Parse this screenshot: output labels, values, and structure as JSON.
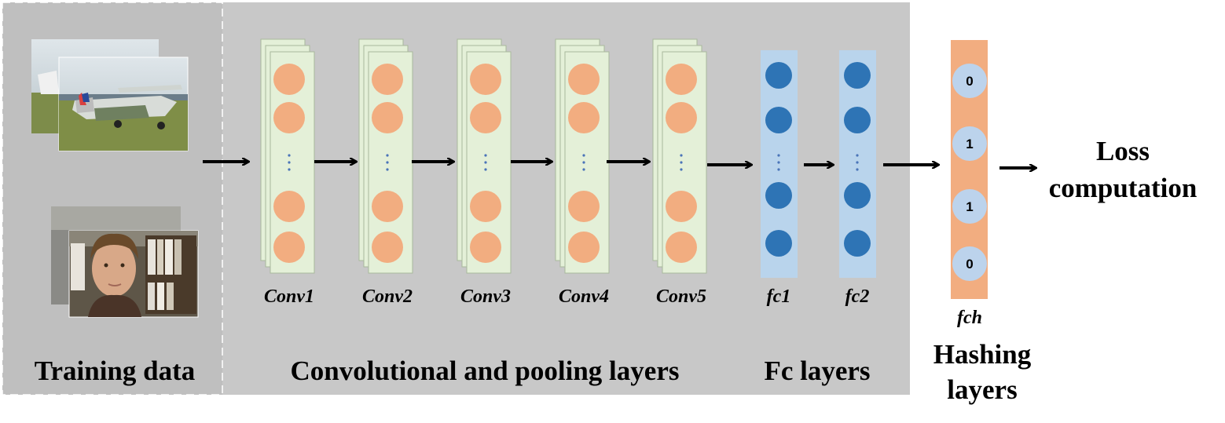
{
  "sections": {
    "training": "Training data",
    "conv": "Convolutional and pooling layers",
    "fc": "Fc layers",
    "hashing_line1": "Hashing",
    "hashing_line2": "layers"
  },
  "conv_layers": [
    "Conv1",
    "Conv2",
    "Conv3",
    "Conv4",
    "Conv5"
  ],
  "fc_layers": [
    "fc1",
    "fc2"
  ],
  "hash_layer": {
    "label": "fch",
    "bits": [
      "0",
      "1",
      "1",
      "0"
    ]
  },
  "loss": {
    "line1": "Loss",
    "line2": "computation"
  },
  "colors": {
    "panel_bg": "#c8c8c8",
    "conv_card": "#e4f0d8",
    "conv_node": "#f2ad80",
    "fc_column": "#b9d4ec",
    "fc_node": "#2e74b5",
    "hash_column": "#f2ad80",
    "hash_node": "#bcd3ec"
  }
}
